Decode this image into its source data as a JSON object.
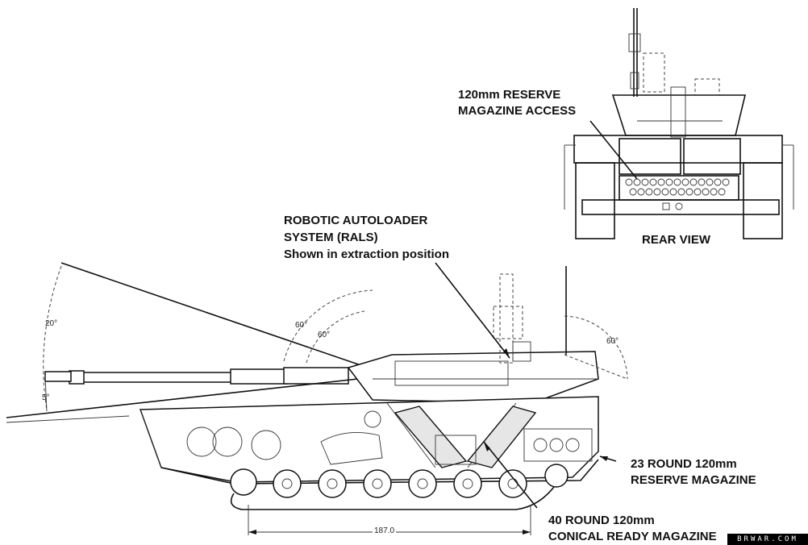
{
  "labels": {
    "reserve_access_line1": "120mm RESERVE",
    "reserve_access_line2": "MAGAZINE ACCESS",
    "rear_view": "REAR VIEW",
    "rals_line1": "ROBOTIC AUTOLOADER",
    "rals_line2": "SYSTEM (RALS)",
    "rals_line3": "Shown in extraction position",
    "reserve_mag_line1": "23 ROUND 120mm",
    "reserve_mag_line2": "RESERVE MAGAZINE",
    "ready_mag_line1": "40 ROUND 120mm",
    "ready_mag_line2": "CONICAL READY MAGAZINE"
  },
  "angles": {
    "elevation": "20°",
    "depression": "5°",
    "hatch_a": "60°",
    "hatch_b": "60°",
    "rear": "60°"
  },
  "dimension": "187.0",
  "watermark": "BRWAR.COM"
}
